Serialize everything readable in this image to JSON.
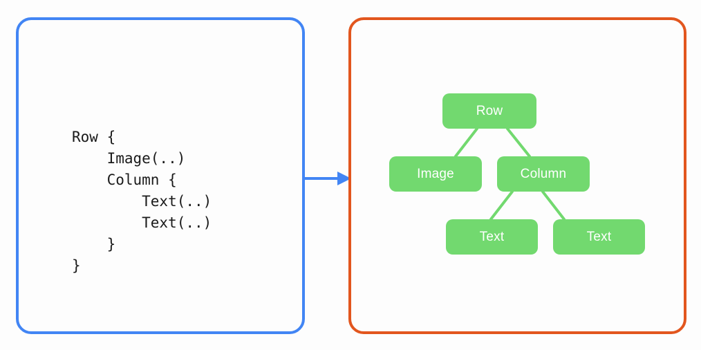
{
  "diagram": {
    "title": "compose-code-to-ui-tree",
    "background_color": "#fdfdfd"
  },
  "code_panel": {
    "border_color": "#4285f4",
    "code": "Row {\n    Image(..)\n    Column {\n        Text(..)\n        Text(..)\n    }\n}"
  },
  "arrow": {
    "color": "#4285f4",
    "direction": "right"
  },
  "tree_panel": {
    "border_color": "#e2561e",
    "node_fill": "#72d96f",
    "node_text_color": "#ffffff",
    "edge_color": "#72d96f",
    "nodes": [
      {
        "id": "row",
        "label": "Row"
      },
      {
        "id": "image",
        "label": "Image"
      },
      {
        "id": "column",
        "label": "Column"
      },
      {
        "id": "text1",
        "label": "Text"
      },
      {
        "id": "text2",
        "label": "Text"
      }
    ],
    "edges": [
      {
        "from": "row",
        "to": "image"
      },
      {
        "from": "row",
        "to": "column"
      },
      {
        "from": "column",
        "to": "text1"
      },
      {
        "from": "column",
        "to": "text2"
      }
    ]
  }
}
